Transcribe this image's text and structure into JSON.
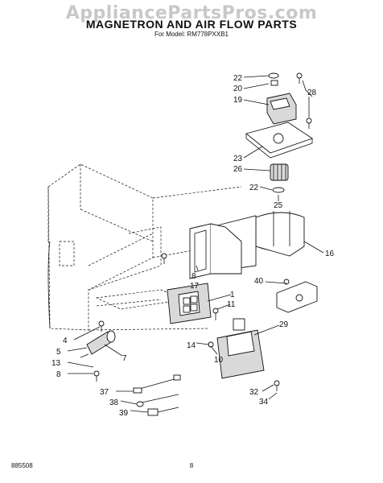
{
  "watermark": "AppliancePartsPros.com",
  "title": "MAGNETRON AND AIR FLOW PARTS",
  "subtitle": "For Model: RM778PXXB1",
  "footer": {
    "doc_number": "885508",
    "page_number": "8"
  },
  "callouts": {
    "c22a": "22",
    "c20": "20",
    "c19": "19",
    "c28": "28",
    "c23": "23",
    "c26": "26",
    "c22b": "22",
    "c25": "25",
    "c16": "16",
    "c8a": "8",
    "c17": "17",
    "c1": "1",
    "c11": "11",
    "c40": "40",
    "c29": "29",
    "c4": "4",
    "c5": "5",
    "c7": "7",
    "c13": "13",
    "c8b": "8",
    "c14": "14",
    "c10": "10",
    "c37": "37",
    "c38": "38",
    "c39": "39",
    "c32": "32",
    "c34": "34"
  }
}
